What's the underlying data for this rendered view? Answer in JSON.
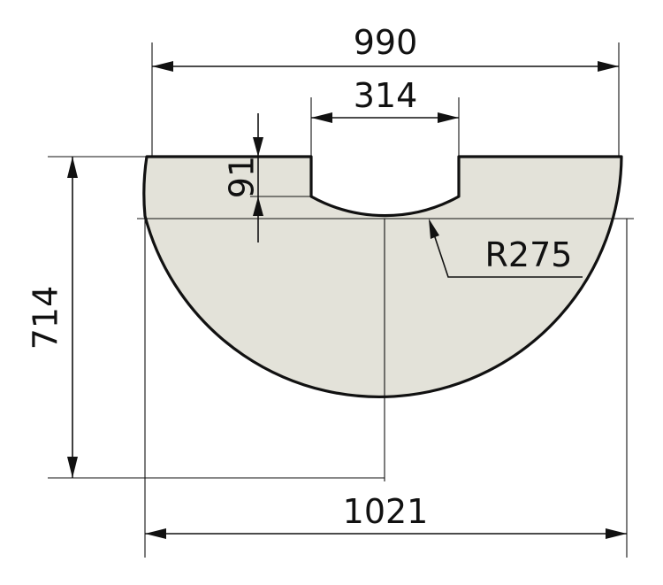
{
  "drawing": {
    "dimensions": {
      "top_width": "990",
      "notch_width": "314",
      "notch_depth": "91",
      "radius": "R275",
      "height": "714",
      "overall_width": "1021"
    },
    "colors": {
      "part_fill": "#e3e2d9",
      "lines": "#111111",
      "background": "#ffffff"
    }
  }
}
